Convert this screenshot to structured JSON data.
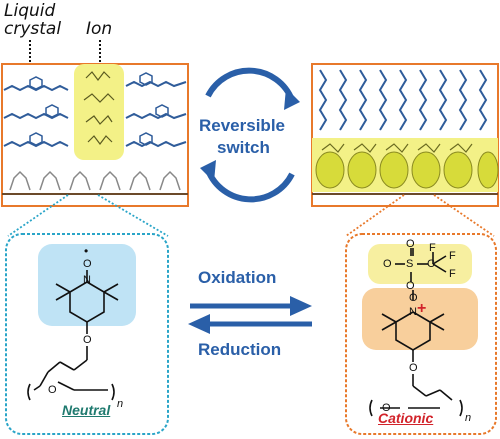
{
  "labels": {
    "liquid": "Liquid",
    "crystal": "crystal",
    "ion": "Ion",
    "reversible": "Reversible",
    "switch": "switch",
    "oxidation": "Oxidation",
    "reduction": "Reduction",
    "neutral": "Neutral",
    "cationic": "Cationic"
  },
  "chem": {
    "dot": "•",
    "O": "O",
    "N": "N",
    "n": "n",
    "S": "S",
    "F": "F",
    "C": "C",
    "plus": "+"
  },
  "colors": {
    "frame_orange": "#e8792b",
    "lc_blue": "#2f5c9a",
    "ion_yellow": "#f3f187",
    "arrow_blue": "#2a5fa8",
    "neutral_box": "#2aa5c8",
    "cationic_box": "#e8792b",
    "neutral_label": "#1f7a6f",
    "cationic_label": "#d2232a"
  }
}
